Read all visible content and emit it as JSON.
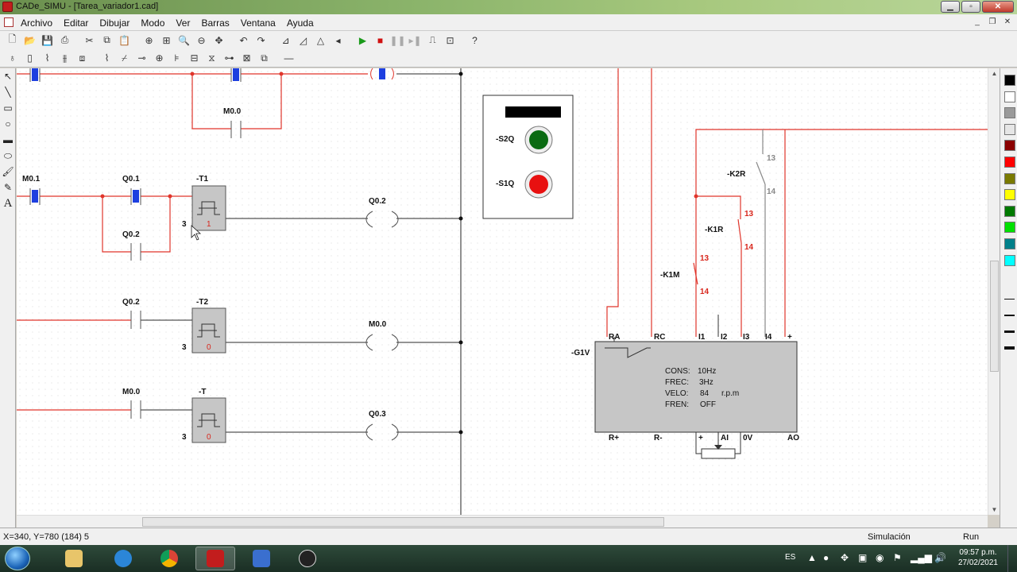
{
  "window": {
    "title": "CADe_SIMU - [Tarea_variador1.cad]"
  },
  "menu": [
    "Archivo",
    "Editar",
    "Dibujar",
    "Modo",
    "Ver",
    "Barras",
    "Ventana",
    "Ayuda"
  ],
  "status": {
    "coords": "X=340, Y=780 (184) 5",
    "mode": "Simulación",
    "state": "Run"
  },
  "taskbar": {
    "lang": "ES",
    "time": "09:57 p.m.",
    "date": "27/02/2021"
  },
  "ladder": {
    "r1_contact": "M0.0",
    "r2_m01": "M0.1",
    "r2_q01": "Q0.1",
    "r2_q02": "Q0.2",
    "r2_timer": "-T1",
    "r2_preset": "3",
    "r2_value": "1",
    "r2_coil": "Q0.2",
    "r3_contact": "Q0.2",
    "r3_timer": "-T2",
    "r3_preset": "3",
    "r3_value": "0",
    "r3_coil": "M0.0",
    "r4_contact": "M0.0",
    "r4_timer": "-T",
    "r4_preset": "3",
    "r4_value": "0",
    "r4_coil": "Q0.3"
  },
  "panel": {
    "s2q": "-S2Q",
    "s1q": "-S1Q",
    "green": "#0b6b12",
    "red": "#e81010"
  },
  "vfd": {
    "tag": "-G1V",
    "top_terms": [
      "RA",
      "RC",
      "I1",
      "I2",
      "I3",
      "I4",
      "+"
    ],
    "bot_terms": [
      "R+",
      "R-",
      "+",
      "AI",
      "0V",
      "AO"
    ],
    "lines": [
      {
        "key": "CONS:",
        "val": "10Hz"
      },
      {
        "key": "FREC:",
        "val": "3Hz"
      },
      {
        "key": "VELO:",
        "val": "84",
        "unit": "r.p.m"
      },
      {
        "key": "FREN:",
        "val": "OFF"
      }
    ]
  },
  "relays": {
    "k2r": "-K2R",
    "k2r_13": "13",
    "k2r_14": "14",
    "k1r": "-K1R",
    "k1r_13": "13",
    "k1r_14": "14",
    "k1m": "-K1M",
    "k1m_13": "13",
    "k1m_14": "14"
  },
  "colors": {
    "wire_active": "#e0352b",
    "wire_idle": "#555555",
    "blue": "#1d3fe0",
    "red_text": "#d8261c"
  },
  "palette": [
    "#000000",
    "#ffffff",
    "#9a9a9a",
    "#e6e6e6",
    "#8b0000",
    "#ff0000",
    "#7a7a00",
    "#ffff00",
    "#007a00",
    "#00e000",
    "#00808a",
    "#00ffff"
  ]
}
